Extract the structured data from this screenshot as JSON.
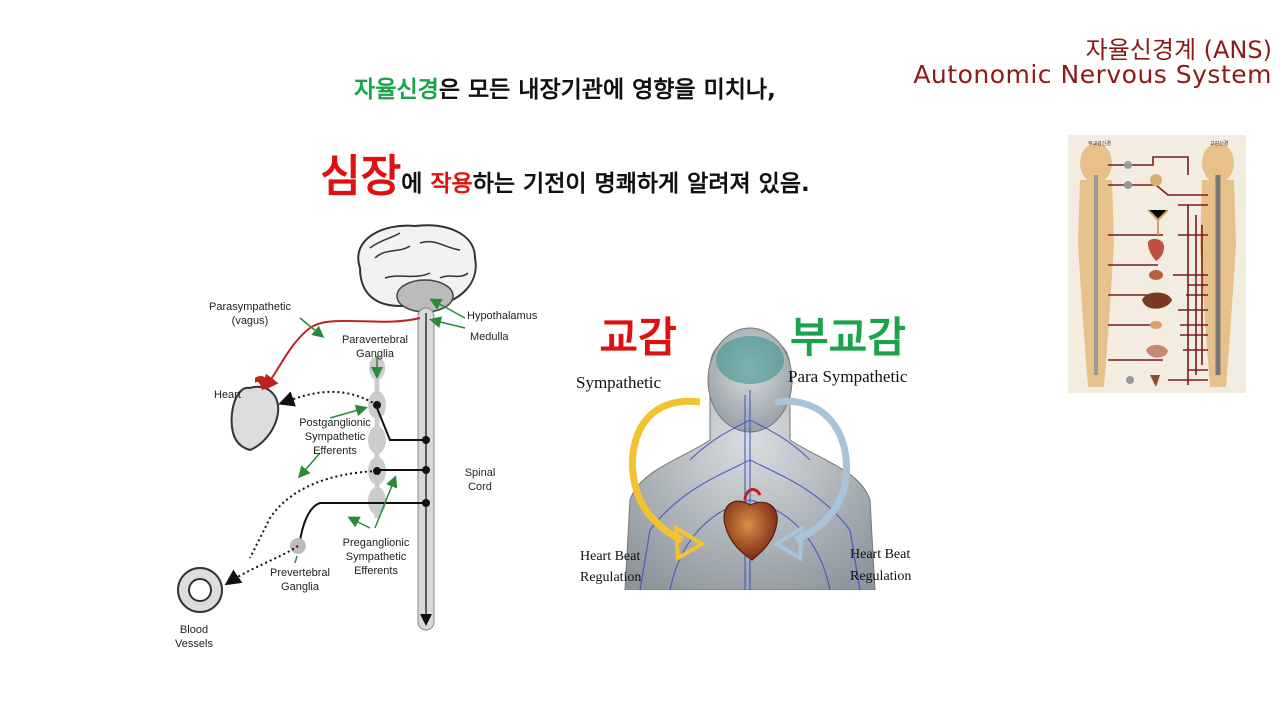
{
  "header": {
    "title_kr": "자율신경계 (ANS)",
    "title_en": "Autonomic Nervous System"
  },
  "headline": {
    "line1_highlight": "자율신경",
    "line1_rest": "은 모든 내장기관에 영향을 미치나,",
    "line2_big": "심장",
    "line2_mid1": "에 ",
    "line2_highlight": "작용",
    "line2_rest": "하는 기전이 명쾌하게 알려져 있음."
  },
  "nerve_diagram": {
    "labels": {
      "parasympathetic": "Parasympathetic",
      "vagus": "(vagus)",
      "hypothalamus": "Hypothalamus",
      "medulla": "Medulla",
      "paravertebral": "Paravertebral",
      "ganglia": "Ganglia",
      "heart": "Heart",
      "postganglionic": "Postganglionic",
      "sympathetic": "Sympathetic",
      "efferents": "Efferents",
      "spinal": "Spinal",
      "cord": "Cord",
      "preganglionic": "Preganglionic",
      "prevertebral": "Prevertebral",
      "blood": "Blood",
      "vessels": "Vessels"
    }
  },
  "body_diagram": {
    "sympathetic_kr": "교감",
    "parasympathetic_kr": "부교감",
    "sympathetic_en": "Sympathetic",
    "parasympathetic_en": "Para Sympathetic",
    "heart_beat": "Heart  Beat",
    "regulation": "Regulation",
    "colors": {
      "sympathetic": "#e01010",
      "parasympathetic": "#1aa34a",
      "sym_arrow": "#f2c230",
      "para_arrow": "#a9c3d8"
    }
  },
  "ans_chart": {
    "left_label": "부교감신경",
    "right_label": "교감신경"
  }
}
